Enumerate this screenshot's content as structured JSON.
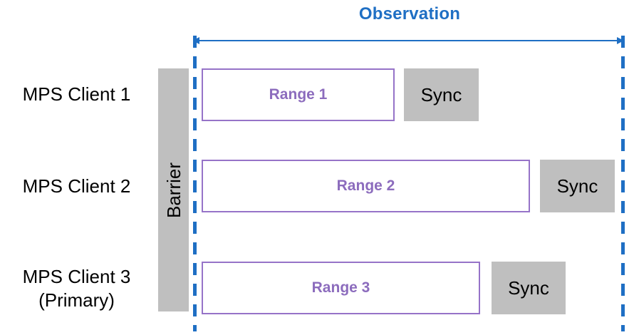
{
  "diagram": {
    "title": "Observation",
    "colors": {
      "accent_blue": "#1f6fc4",
      "range_purple": "#9673c8",
      "range_text_purple": "#8c6cbd",
      "gray_block": "#bfbfbf",
      "text_black": "#000000"
    },
    "observation": {
      "label": "Observation",
      "arrow_style": "double-headed horizontal arrow",
      "left_boundary_name": "left-dashed-boundary",
      "right_boundary_name": "right-dashed-boundary"
    },
    "barrier": {
      "label": "Barrier",
      "orientation": "vertical"
    },
    "rows": [
      {
        "client_label": "MPS Client 1",
        "range_label": "Range 1",
        "sync_label": "Sync"
      },
      {
        "client_label": "MPS Client 2",
        "range_label": "Range 2",
        "sync_label": "Sync"
      },
      {
        "client_label": "MPS Client 3\n(Primary)",
        "range_label": "Range 3",
        "sync_label": "Sync"
      }
    ]
  }
}
